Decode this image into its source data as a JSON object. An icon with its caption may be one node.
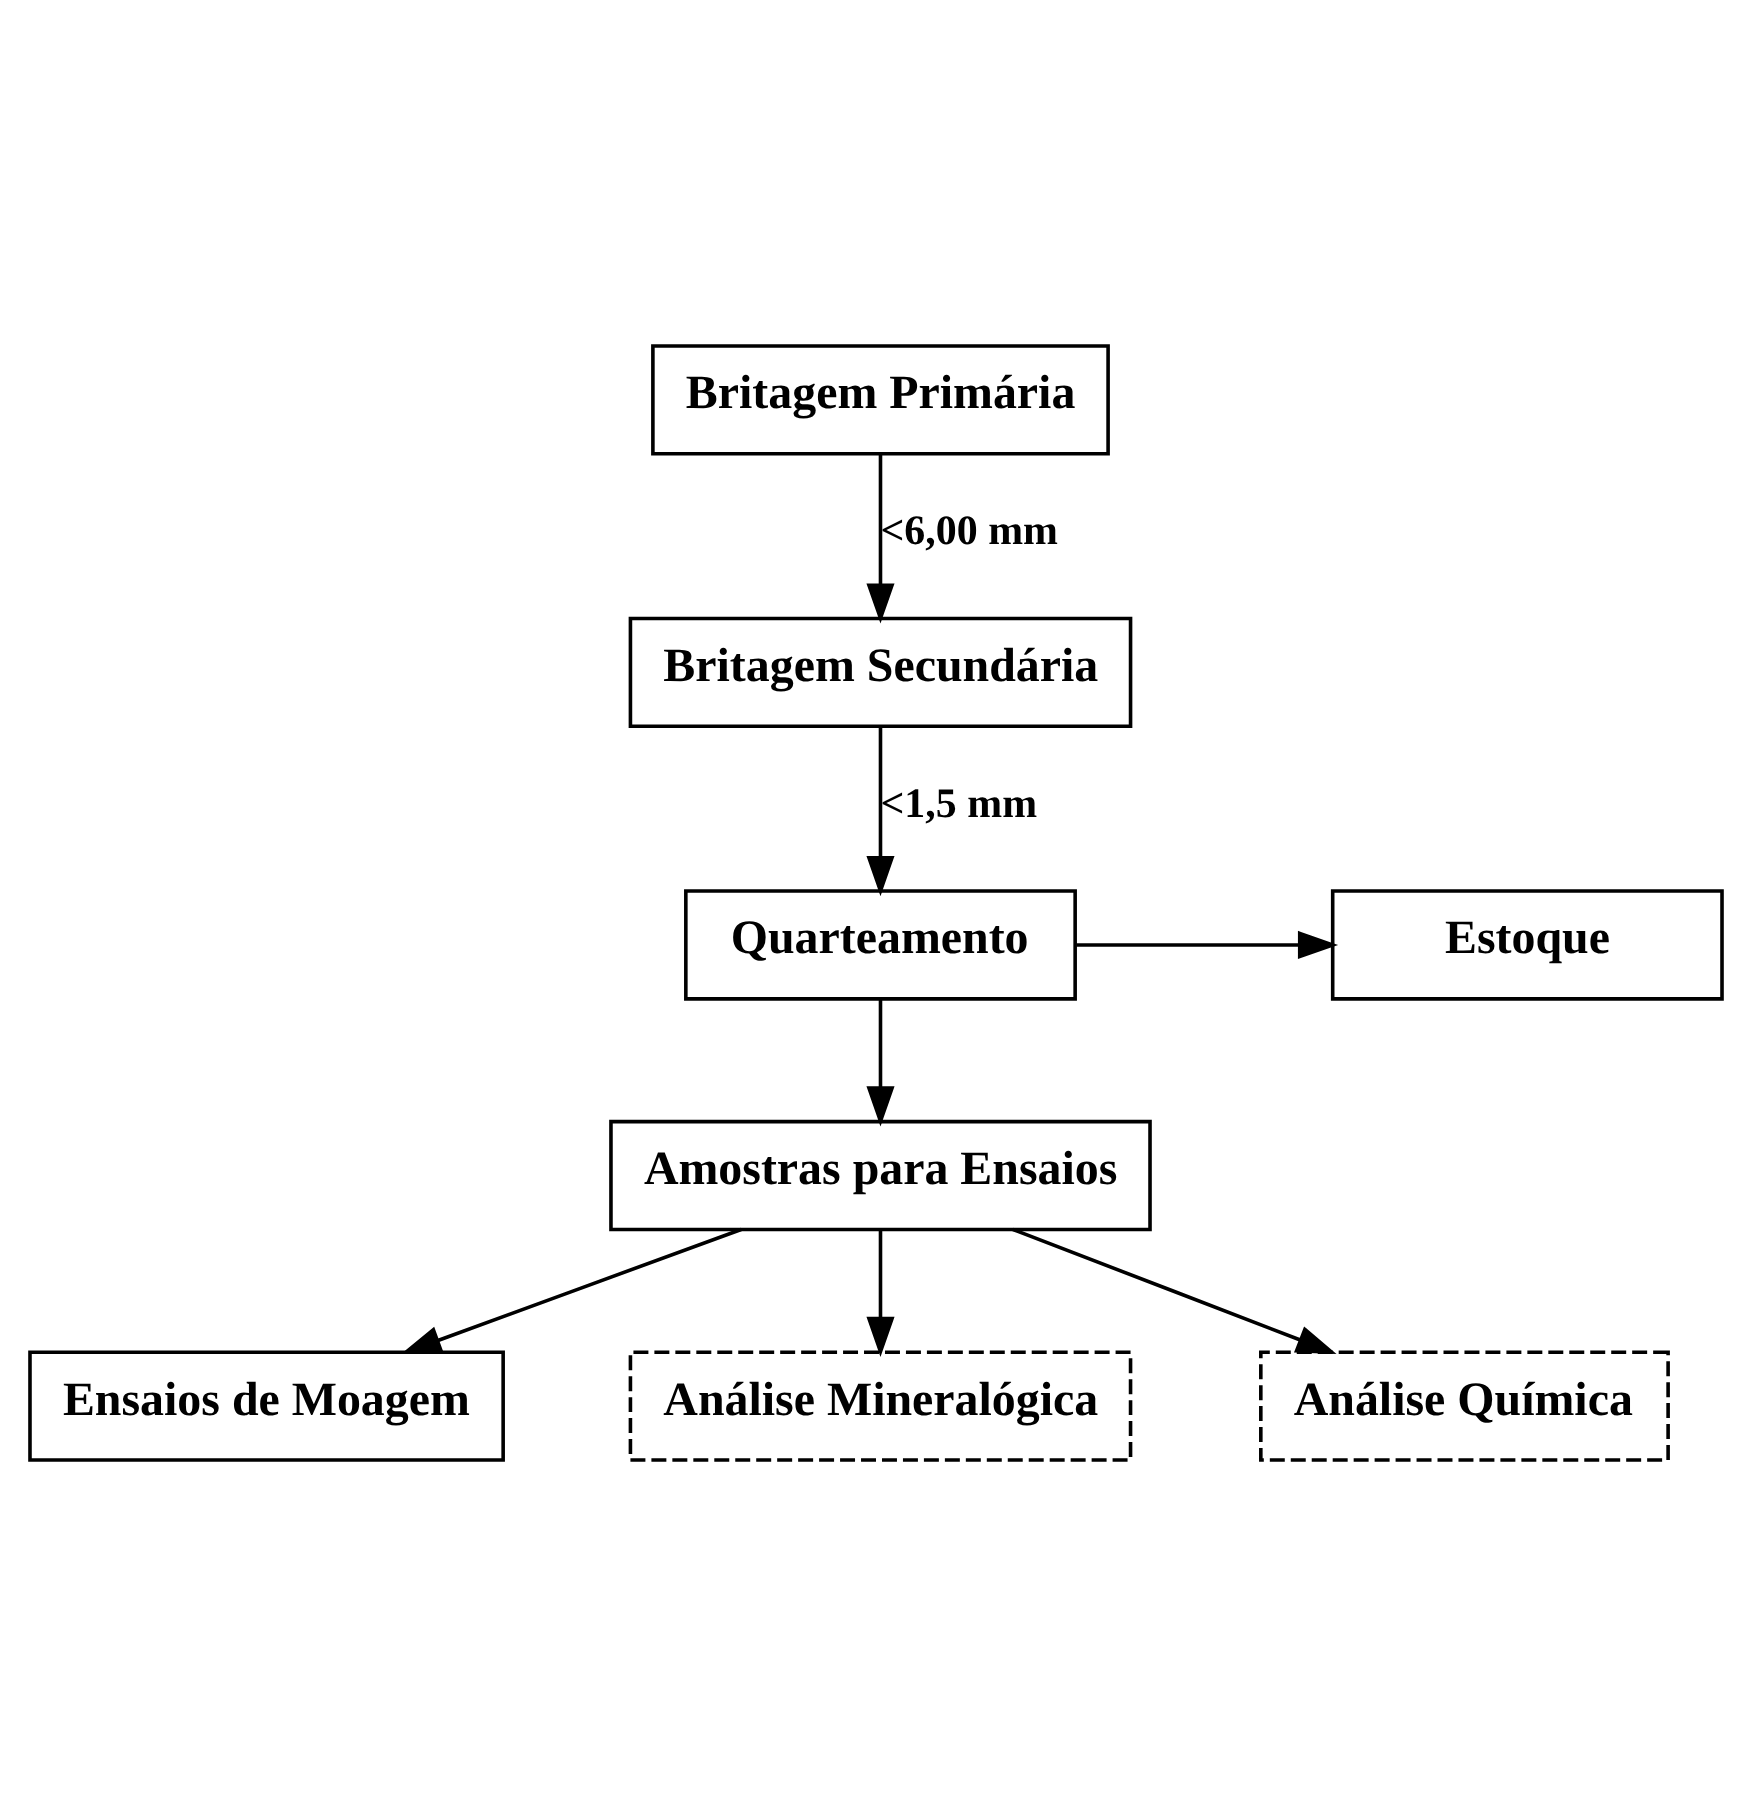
{
  "diagram": {
    "nodes": [
      {
        "text": [
          "Britagem Primária"
        ]
      },
      {
        "text": [
          "Britagem Secundária"
        ]
      },
      {
        "text": [
          "Quarteamento"
        ]
      },
      {
        "text": [
          "Estoque"
        ]
      },
      {
        "text": [
          "Amostras para Ensaios"
        ]
      },
      {
        "text": [
          "Ensaios de Moagem"
        ]
      },
      {
        "text": [
          "Análise Mineralógica"
        ]
      },
      {
        "text": [
          "Análise Química"
        ]
      }
    ],
    "edges": [
      {
        "from": 0,
        "to": 1,
        "arrow": "to",
        "label": "<6,00 mm"
      },
      {
        "from": 1,
        "to": 2,
        "arrow": "to",
        "label": "<1,5 mm"
      },
      {
        "from": 2,
        "to": 3,
        "arrow": "to"
      },
      {
        "from": 2,
        "to": 4,
        "arrow": "to"
      },
      {
        "from": 4,
        "to": 5,
        "arrow": "to"
      },
      {
        "from": 4,
        "to": 6,
        "arrow": "to"
      },
      {
        "from": 4,
        "to": 7,
        "arrow": "to"
      }
    ]
  }
}
